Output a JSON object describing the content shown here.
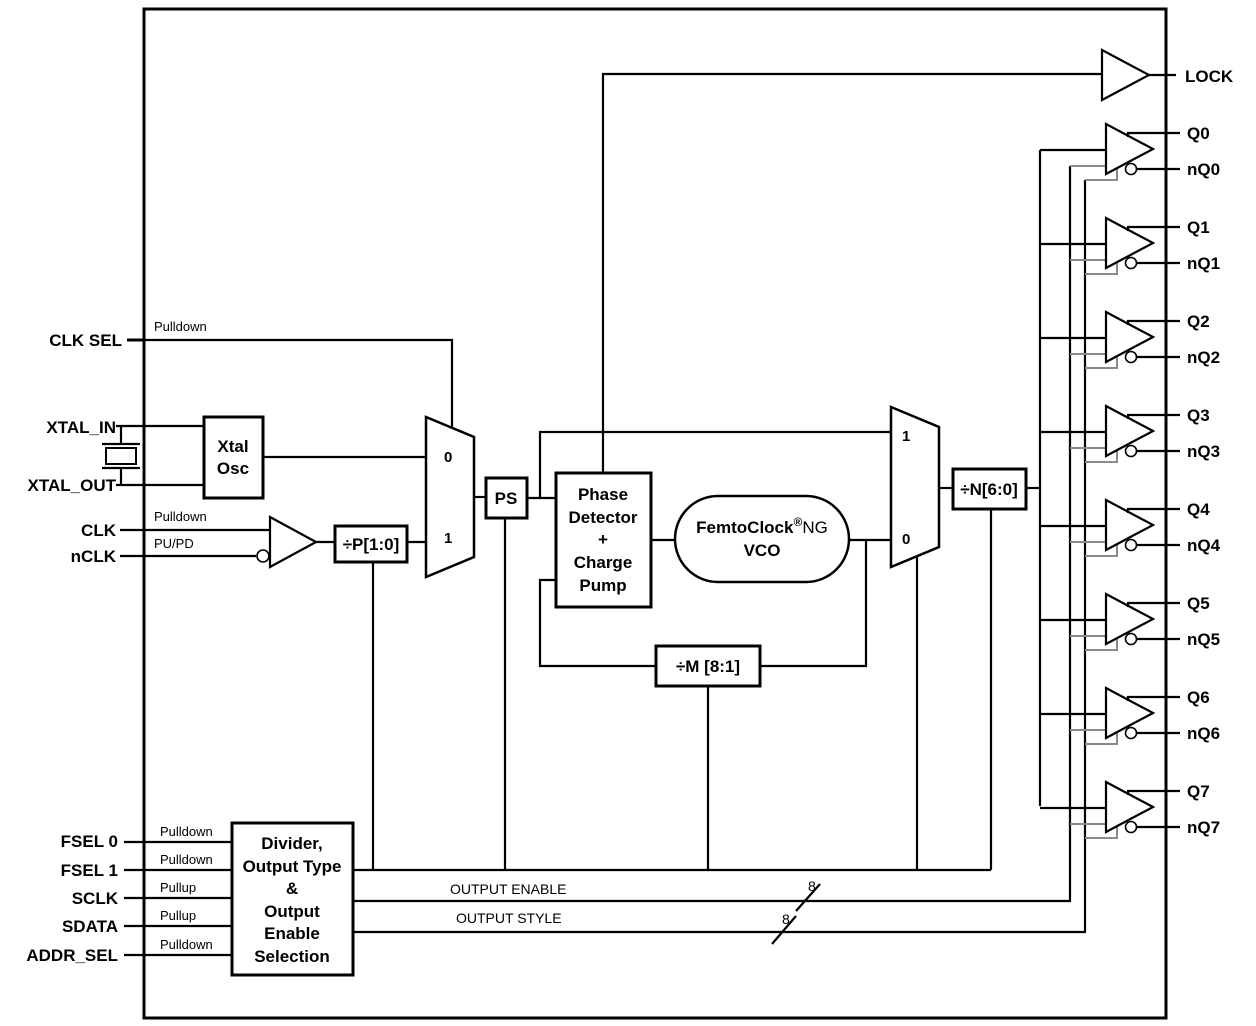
{
  "inputs": {
    "clk_sel": "CLK SEL",
    "xtal_in": "XTAL_IN",
    "xtal_out": "XTAL_OUT",
    "clk": "CLK",
    "nclk": "nCLK",
    "fsel0": "FSEL 0",
    "fsel1": "FSEL 1",
    "sclk": "SCLK",
    "sdata": "SDATA",
    "addr_sel": "ADDR_SEL"
  },
  "pin_notes": {
    "clk_sel": "Pulldown",
    "clk": "Pulldown",
    "nclk": "PU/PD",
    "fsel0": "Pulldown",
    "fsel1": "Pulldown",
    "sclk": "Pullup",
    "sdata": "Pullup",
    "addr_sel": "Pulldown"
  },
  "blocks": {
    "xtal_osc": [
      "Xtal",
      "Osc"
    ],
    "p_divider": "÷P[1:0]",
    "ps": "PS",
    "phase_detector": [
      "Phase",
      "Detector",
      "+",
      "Charge",
      "Pump"
    ],
    "vco_main": "FemtoClock",
    "vco_reg": "®",
    "vco_suffix": "NG",
    "vco_line2": "VCO",
    "m_divider": "÷M [8:1]",
    "n_divider": "÷N[6:0]",
    "control": [
      "Divider,",
      "Output Type",
      "&",
      "Output",
      "Enable",
      "Selection"
    ]
  },
  "mux_labels": {
    "in_mux_0": "0",
    "in_mux_1": "1",
    "out_mux_1": "1",
    "out_mux_0": "0"
  },
  "buses": {
    "output_enable": "OUTPUT ENABLE",
    "output_enable_width": "8",
    "output_style": "OUTPUT STYLE",
    "output_style_width": "8"
  },
  "outputs": {
    "lock": "LOCK",
    "pairs": [
      {
        "q": "Q0",
        "nq": "nQ0"
      },
      {
        "q": "Q1",
        "nq": "nQ1"
      },
      {
        "q": "Q2",
        "nq": "nQ2"
      },
      {
        "q": "Q3",
        "nq": "nQ3"
      },
      {
        "q": "Q4",
        "nq": "nQ4"
      },
      {
        "q": "Q5",
        "nq": "nQ5"
      },
      {
        "q": "Q6",
        "nq": "nQ6"
      },
      {
        "q": "Q7",
        "nq": "nQ7"
      }
    ]
  }
}
